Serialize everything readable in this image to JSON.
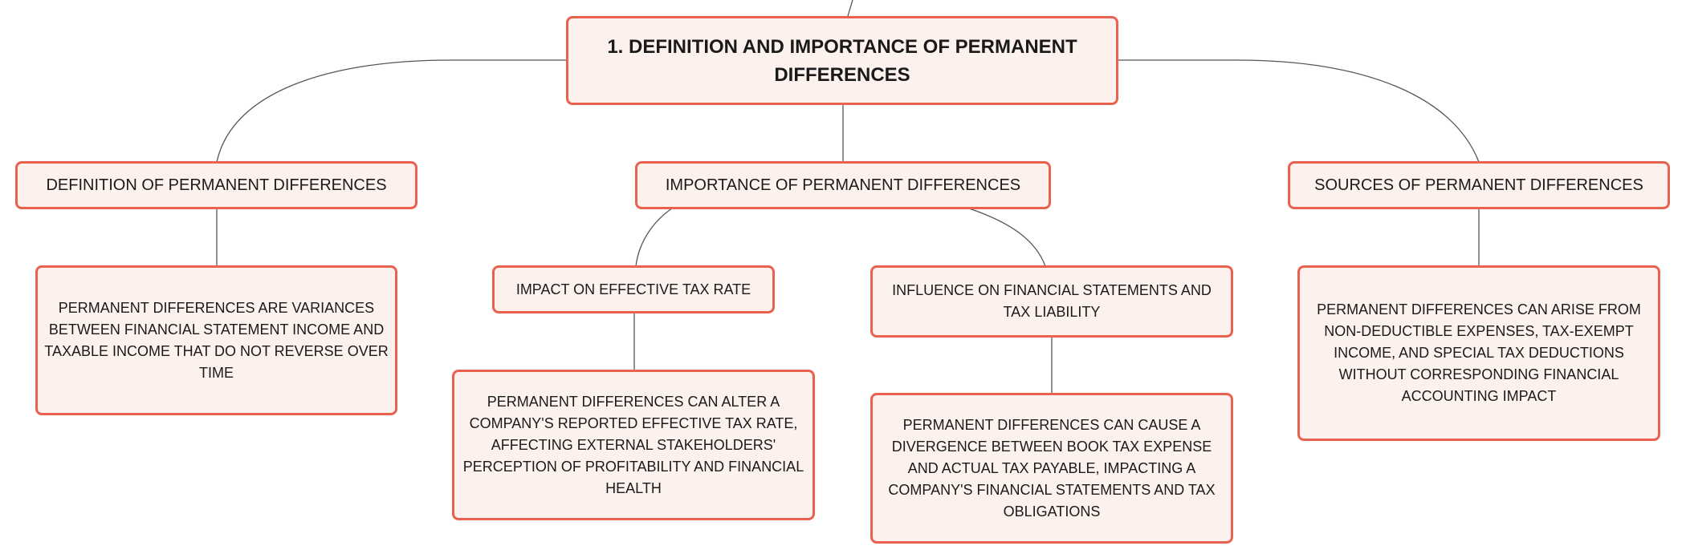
{
  "colors": {
    "node_border": "#e9624f",
    "node_fill": "#fdf1ed",
    "connector": "#555555",
    "text": "#1a1a1a"
  },
  "root": {
    "label": "1. DEFINITION AND IMPORTANCE OF PERMANENT DIFFERENCES"
  },
  "branches": {
    "definition": {
      "label": "DEFINITION OF PERMANENT DIFFERENCES",
      "detail": "PERMANENT DIFFERENCES ARE VARIANCES BETWEEN FINANCIAL STATEMENT INCOME AND TAXABLE INCOME THAT DO NOT REVERSE OVER TIME"
    },
    "importance": {
      "label": "IMPORTANCE OF PERMANENT DIFFERENCES",
      "children": {
        "tax_rate": {
          "label": "IMPACT ON EFFECTIVE TAX RATE",
          "detail": "PERMANENT DIFFERENCES CAN ALTER A COMPANY'S REPORTED EFFECTIVE TAX RATE, AFFECTING EXTERNAL STAKEHOLDERS' PERCEPTION OF PROFITABILITY AND FINANCIAL HEALTH"
        },
        "financial_statements": {
          "label": "INFLUENCE ON FINANCIAL STATEMENTS AND TAX LIABILITY",
          "detail": "PERMANENT DIFFERENCES CAN CAUSE A DIVERGENCE BETWEEN BOOK TAX EXPENSE AND ACTUAL TAX PAYABLE, IMPACTING A COMPANY'S FINANCIAL STATEMENTS AND TAX OBLIGATIONS"
        }
      }
    },
    "sources": {
      "label": "SOURCES OF PERMANENT DIFFERENCES",
      "detail": "PERMANENT DIFFERENCES CAN ARISE FROM NON-DEDUCTIBLE EXPENSES, TAX-EXEMPT INCOME, AND SPECIAL TAX DEDUCTIONS WITHOUT CORRESPONDING FINANCIAL ACCOUNTING IMPACT"
    }
  }
}
